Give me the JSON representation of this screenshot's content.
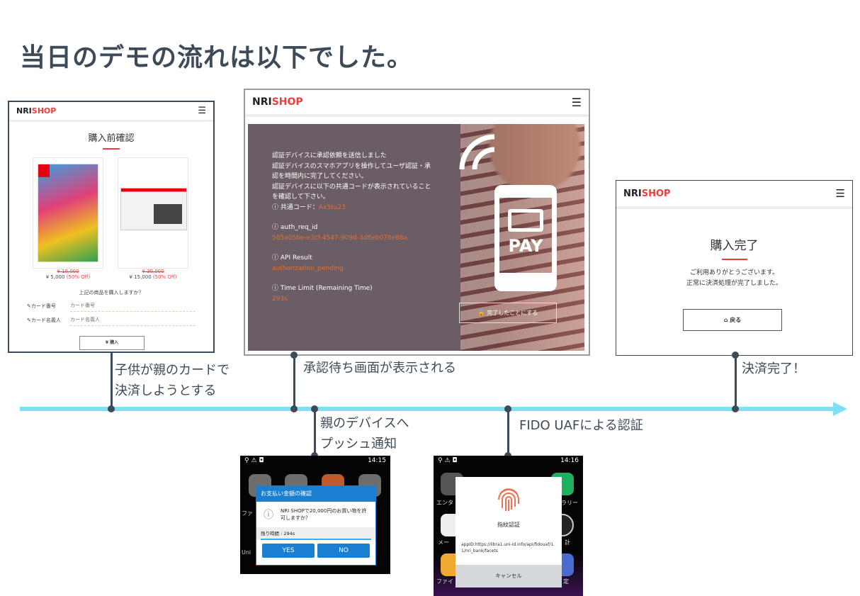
{
  "title": "当日のデモの流れは以下でした。",
  "shop": {
    "logo_a": "NRI",
    "logo_b": "SHOP",
    "menu_icon": "hamburger-icon"
  },
  "confirm_screen": {
    "heading": "購入前確認",
    "products": [
      {
        "old_price": "¥ 10,000",
        "price": "¥ 5,000",
        "discount": "(50% Off)"
      },
      {
        "old_price": "¥ 30,000",
        "price": "¥ 15,000",
        "discount": "(50% Off)"
      }
    ],
    "question": "上記の商品を購入しますか？",
    "card_number_label": "カード番号",
    "card_number_placeholder": "カード番号",
    "card_name_label": "カード名義人",
    "card_name_placeholder": "カード名義人",
    "buy_button": "¥ 購入"
  },
  "waiting_screen": {
    "message": [
      "認証デバイスに承認依頼を送信しました",
      "認証デバイスのスマホアプリを操作してユーザ認証・承",
      "認を時間内に完了してください。",
      "認証デバイスに以下の共通コードが表示されていること",
      "を確認して下さい。"
    ],
    "code_label": "共通コード：",
    "code_value": "Ax5tu23",
    "auth_req_id_label": "auth_req_id",
    "auth_req_id_value": "585a05be-e3cf-4547-909d-3d8eb078e88a",
    "api_result_label": "API Result",
    "api_result_value": "authorization_pending",
    "time_limit_label": "Time Limit (Remaining Time)",
    "time_limit_value": "293s",
    "pay_text": "PAY",
    "complete_button": "完了したことにする",
    "accent": "#e07030"
  },
  "done_screen": {
    "heading": "購入完了",
    "line1": "ご利用ありがとうございます。",
    "line2": "正常に決済処理が完了しました。",
    "back_button": "戻る"
  },
  "steps": {
    "s1": [
      "子供が親のカードで",
      "決済しようとする"
    ],
    "s2": "承認待ち画面が表示される",
    "s3": [
      "親のデバイスへ",
      "プッシュ通知"
    ],
    "s4": "FIDO UAFによる認証",
    "s5": "決済完了！"
  },
  "phone1": {
    "time": "14:15",
    "dialog_title": "お支払い金額の確認",
    "message": "NRI SHOPで20,000円のお買い物を許可しますか？",
    "remaining": "残り時間 : 294s",
    "yes": "YES",
    "no": "NO",
    "bg_labels": [
      "ファ",
      "Uni"
    ]
  },
  "phone2": {
    "time": "14:16",
    "dialog_title": "指紋認証",
    "app_id": "appID:https://libra1.uni-id.info/api/fidouaf/1.1/nri_bank/facets",
    "cancel": "キャンセル",
    "bg_labels": [
      "エンタ",
      "ラリー",
      "メー",
      "計",
      "ファイ",
      "定"
    ]
  },
  "colors": {
    "timeline": "#7fe0f5",
    "text": "#3d4a57",
    "brand_red": "#f03c3c",
    "dialog_blue": "#1a7fd0"
  }
}
